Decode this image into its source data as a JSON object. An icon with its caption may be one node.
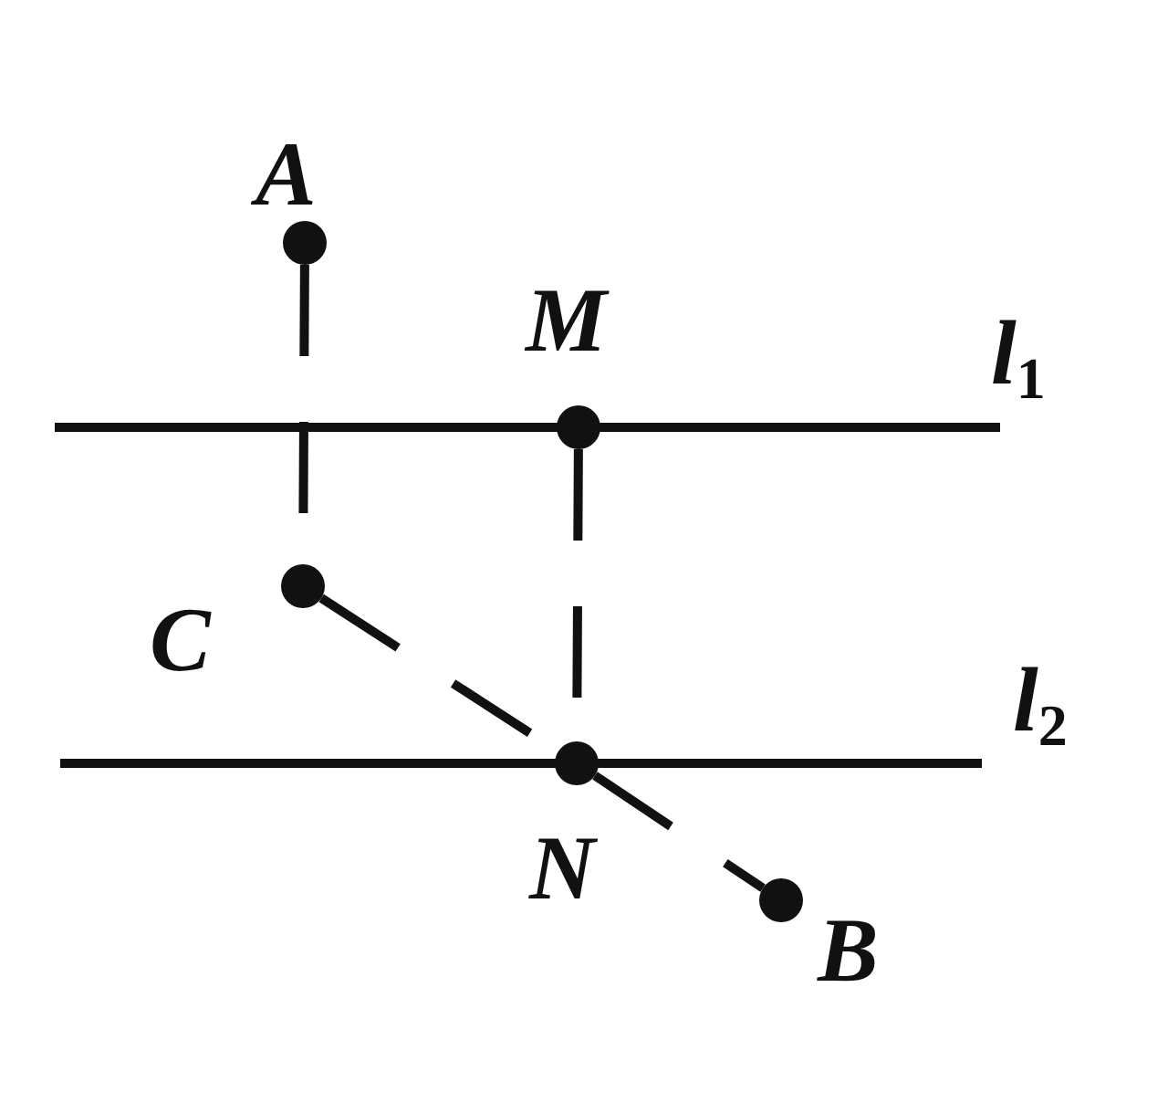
{
  "diagram": {
    "nodes": [
      {
        "text": [],
        "shape": "circle",
        "beside": [
          "A"
        ]
      },
      {
        "text": [],
        "shape": "circle",
        "beside": [
          "M"
        ]
      },
      {
        "text": [],
        "shape": "circle",
        "beside": [
          "C"
        ]
      },
      {
        "text": [],
        "shape": "circle",
        "beside": [
          "N"
        ]
      },
      {
        "text": [],
        "shape": "circle",
        "beside": [
          "B"
        ]
      }
    ],
    "edges": [
      {
        "from": 0,
        "to": 2,
        "arrow": "none",
        "style": "dashed"
      },
      {
        "from": 1,
        "to": 3,
        "arrow": "none",
        "style": "dashed"
      },
      {
        "from": 2,
        "to": 3,
        "arrow": "none",
        "style": "dashed"
      },
      {
        "from": 3,
        "to": 4,
        "arrow": "none",
        "style": "dashed"
      }
    ],
    "labels": [
      "l$_{1}$",
      "l$_{2}$"
    ]
  }
}
